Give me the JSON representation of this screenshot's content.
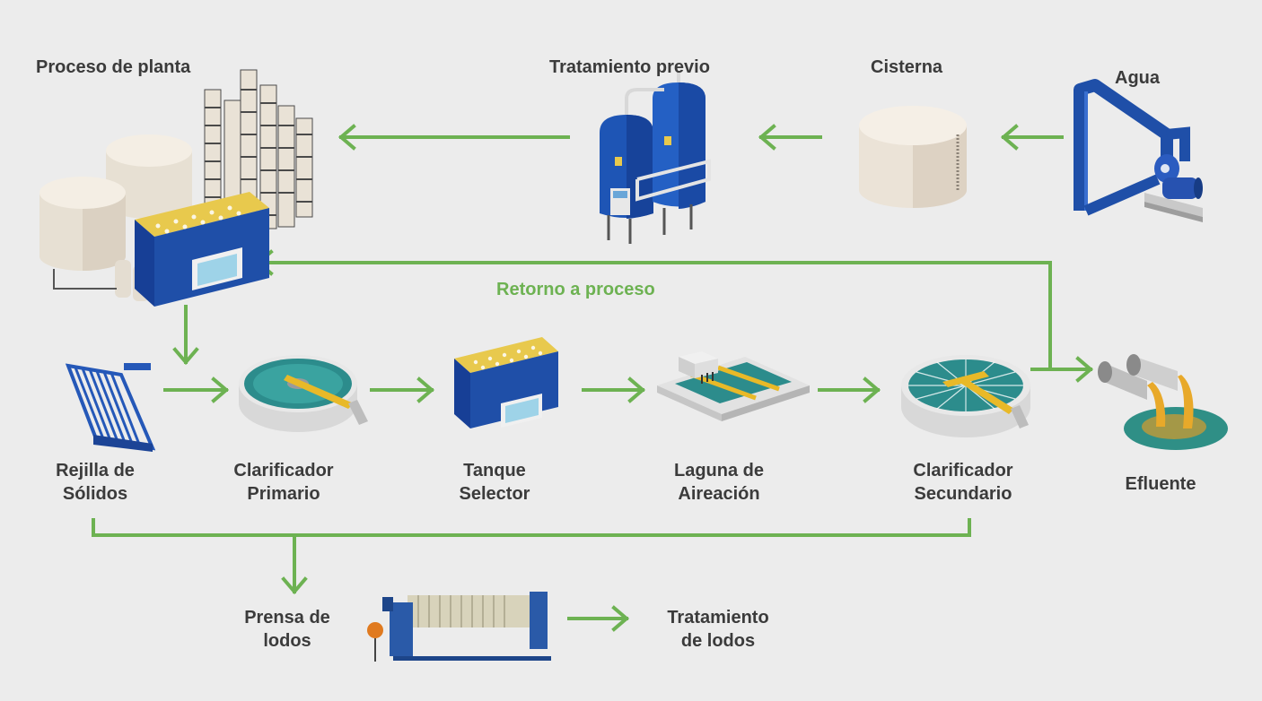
{
  "colors": {
    "background": "#ececec",
    "arrow": "#6db252",
    "text": "#3b3b3b",
    "accent_text": "#6db252"
  },
  "labels": {
    "plant_process": "Proceso de planta",
    "pretreatment": "Tratamiento previo",
    "cistern": "Cisterna",
    "water": "Agua",
    "return_process": "Retorno a proceso",
    "bar_screen": [
      "Rejilla de",
      "Sólidos"
    ],
    "primary_clarifier": [
      "Clarificador",
      "Primario"
    ],
    "selector_tank": [
      "Tanque",
      "Selector"
    ],
    "aeration_lagoon": [
      "Laguna de",
      "Aireación"
    ],
    "secondary_clarifier": [
      "Clarificador",
      "Secundario"
    ],
    "effluent": "Efluente",
    "sludge_press": [
      "Prensa de",
      "lodos"
    ],
    "sludge_treatment": [
      "Tratamiento",
      "de lodos"
    ]
  },
  "icons": [
    "water-pump-icon",
    "cistern-tank-icon",
    "pretreatment-filter-icon",
    "plant-process-icon",
    "bar-screen-icon",
    "primary-clarifier-icon",
    "selector-tank-icon",
    "aeration-lagoon-icon",
    "secondary-clarifier-icon",
    "effluent-pipes-icon",
    "filter-press-icon"
  ]
}
